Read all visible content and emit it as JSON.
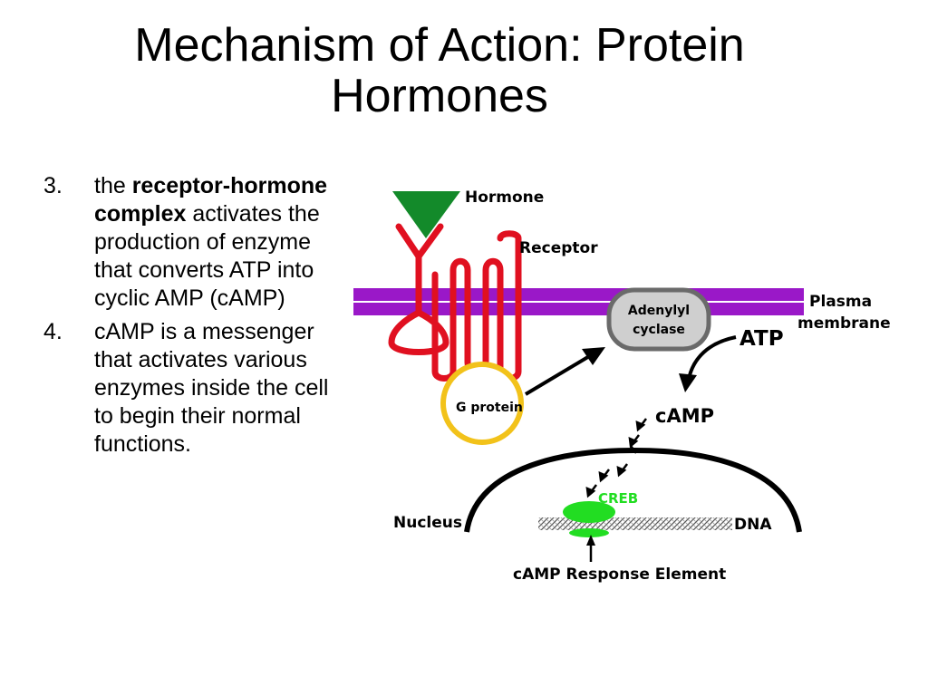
{
  "slide": {
    "title_line1": "Mechanism of Action: Protein",
    "title_line2": "Hormones"
  },
  "bullets": [
    {
      "number": "3.",
      "text_before": "the ",
      "bold_text": "receptor-hormone complex",
      "text_after": " activates the production of enzyme that converts ATP into cyclic AMP (cAMP)"
    },
    {
      "number": "4.",
      "text": "cAMP is a messenger that activates various enzymes inside the cell to begin their normal functions."
    }
  ],
  "diagram": {
    "labels": {
      "hormone": "Hormone",
      "receptor": "Receptor",
      "plasma_membrane_line1": "Plasma",
      "plasma_membrane_line2": "membrane",
      "adenylyl_cyclase_line1": "Adenylyl",
      "adenylyl_cyclase_line2": "cyclase",
      "atp": "ATP",
      "camp": "cAMP",
      "g_protein": "G protein",
      "creb": "CREB",
      "nucleus": "Nucleus",
      "dna": "DNA",
      "camp_response_element": "cAMP Response Element"
    },
    "colors": {
      "membrane": "#9a18c8",
      "hormone": "#138a2a",
      "receptor": "#e01020",
      "g_protein": "#f2c21a",
      "adenylyl_cyclase_fill": "#cfcfcf",
      "adenylyl_cyclase_border": "#6a6a6a",
      "creb": "#22dd22"
    }
  }
}
